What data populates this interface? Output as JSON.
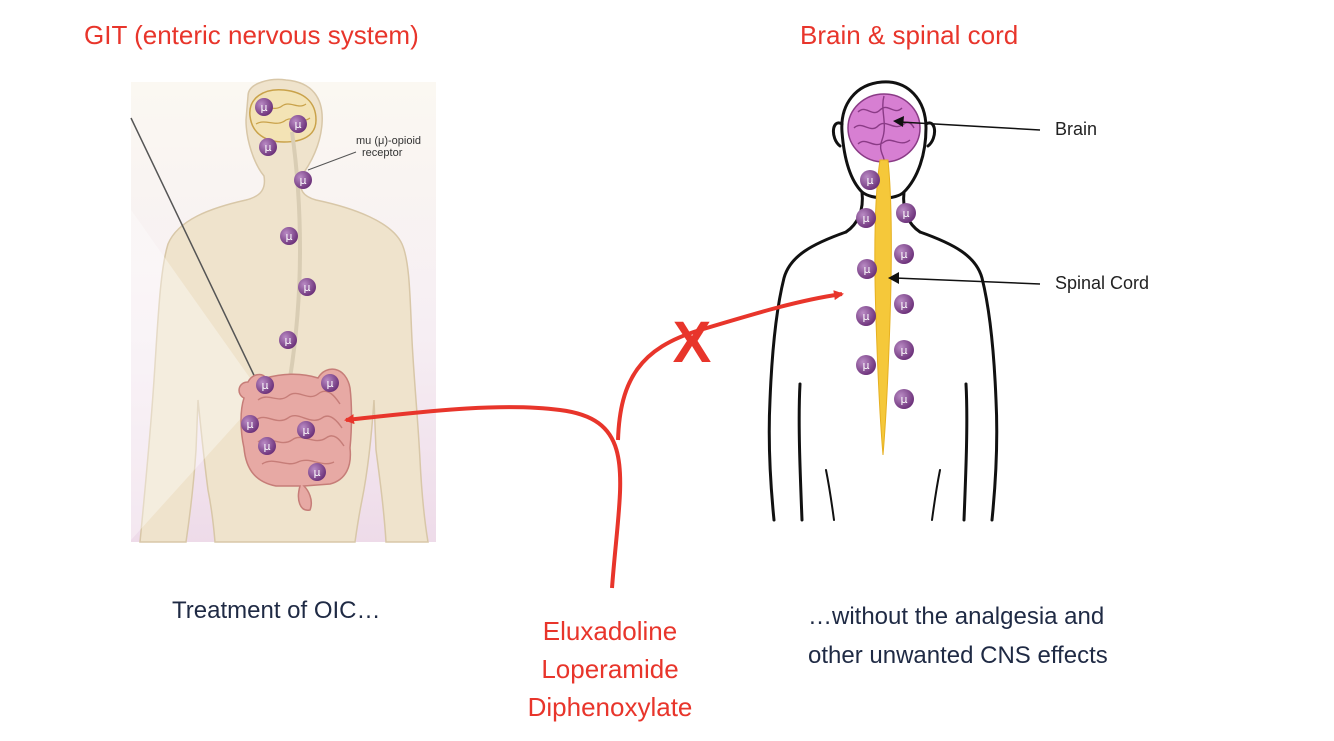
{
  "titles": {
    "left": "GIT (enteric nervous system)",
    "right": "Brain & spinal cord"
  },
  "captions": {
    "left": "Treatment of OIC…",
    "right_line1": "…without the analgesia and",
    "right_line2": "other unwanted CNS effects"
  },
  "drugs": [
    "Eluxadoline",
    "Loperamide",
    "Diphenoxylate"
  ],
  "left_figure": {
    "receptor_label_line1": "mu (μ)-opioid",
    "receptor_label_line2": "receptor",
    "receptor_glyph": "μ"
  },
  "right_figure": {
    "brain_label": "Brain",
    "spinal_label": "Spinal Cord"
  },
  "blocked_mark": "X",
  "colors": {
    "accent_red": "#e8352b",
    "caption_navy": "#1f2a44",
    "receptor_purple": "#7b3f88",
    "brain_pink": "#d77fd2",
    "spinal_yellow": "#f5c83a",
    "skin": "#efe3cc",
    "intestine": "#e7a9a4"
  }
}
